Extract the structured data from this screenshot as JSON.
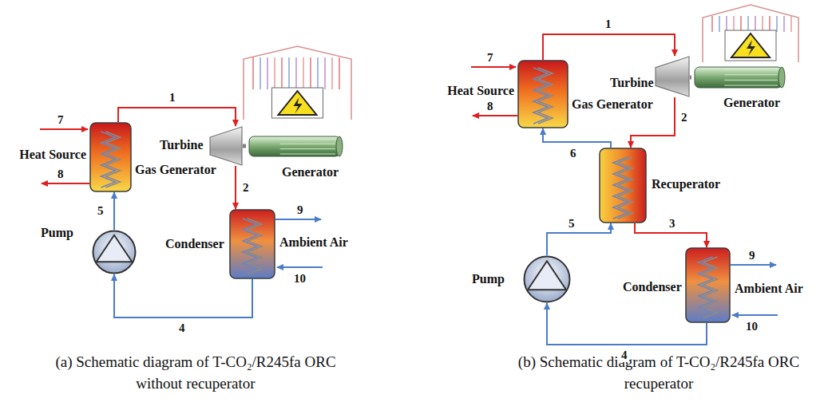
{
  "diagram": {
    "nodes": [
      {
        "text": [
          "Gas Generator"
        ]
      },
      {
        "text": [
          "Turbine"
        ]
      },
      {
        "text": [
          "Generator"
        ]
      },
      {
        "text": [
          "Condenser"
        ]
      },
      {
        "text": [
          "Pump"
        ]
      },
      {
        "text": [
          "Gas Generator"
        ]
      },
      {
        "text": [
          "Turbine"
        ]
      },
      {
        "text": [
          "Generator"
        ]
      },
      {
        "text": [
          "Recuperator"
        ]
      },
      {
        "text": [
          "Condenser"
        ]
      },
      {
        "text": [
          "Pump"
        ]
      }
    ],
    "edges": [
      {
        "from": 0,
        "to": 1,
        "label": "1",
        "arrow": "to"
      },
      {
        "from": 1,
        "to": 3,
        "label": "2",
        "arrow": "to"
      },
      {
        "from": 3,
        "to": 4,
        "label": "4",
        "arrow": "to"
      },
      {
        "from": 4,
        "to": 0,
        "label": "5",
        "arrow": "to"
      },
      {
        "from": 1,
        "to": 2,
        "arrow": "none"
      },
      {
        "from": 5,
        "to": 6,
        "label": "1",
        "arrow": "to"
      },
      {
        "from": 6,
        "to": 8,
        "label": "2",
        "arrow": "to"
      },
      {
        "from": 8,
        "to": 9,
        "label": "3",
        "arrow": "to"
      },
      {
        "from": 9,
        "to": 10,
        "label": "4",
        "arrow": "to"
      },
      {
        "from": 10,
        "to": 8,
        "label": "5",
        "arrow": "to"
      },
      {
        "from": 8,
        "to": 5,
        "label": "6",
        "arrow": "to"
      },
      {
        "from": 6,
        "to": 7,
        "arrow": "none"
      }
    ],
    "labels": [
      "Heat Source",
      "7",
      "8",
      "Ambient Air",
      "9",
      "10",
      "Heat Source",
      "7",
      "8",
      "Ambient Air",
      "9",
      "10",
      "(a) Schematic diagram of T-CO₂/R245fa ORC without recuperator",
      "(b) Schematic diagram of T-CO₂/R245fa ORC recuperator"
    ]
  }
}
